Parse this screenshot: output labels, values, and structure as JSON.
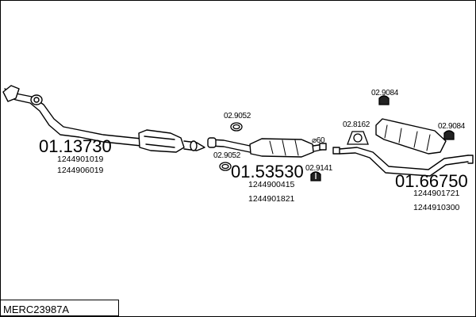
{
  "title": "MERC23987A",
  "groups": [
    {
      "part_no": "01.13730",
      "refs": [
        "1244901019",
        "1244906019"
      ]
    },
    {
      "part_no": "01.53530",
      "refs": [
        "1244900415",
        "1244901821"
      ]
    },
    {
      "part_no": "01.66750",
      "refs": [
        "1244901721",
        "1244910300"
      ]
    }
  ],
  "accessories": {
    "clamp_upper": "02.9052",
    "clamp_lower": "02.9052",
    "hanger_mid": "02.9141",
    "ring_mount": "02.8162",
    "bracket_left": "02.9084",
    "bracket_right": "02.9084"
  },
  "pipe_diameter": "⌀60"
}
